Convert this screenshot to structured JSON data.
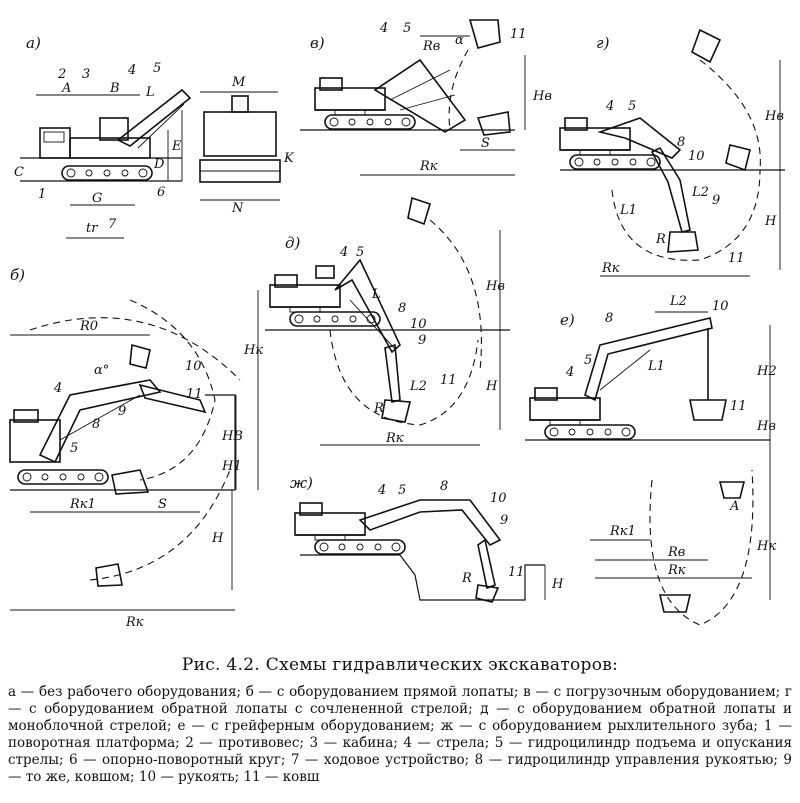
{
  "figure": {
    "caption": "Рис. 4.2. Схемы гидравлических экскаваторов:",
    "legend": "а — без рабочего оборудования; б — с оборудованием прямой лопаты; в — с погрузочным оборудованием; г — с оборудованием обратной лопаты с сочлененной стрелой; д — с оборудованием обратной лопаты и моноблочной стрелой; е — с грейферным оборудованием; ж — с оборудованием рыхлительного зуба; 1 — поворотная платформа; 2 — противовес; 3 — кабина; 4 — стрела; 5 — гидроцилиндр подъема и опускания стрелы; 6 — опорно-поворотный круг; 7 — ходовое устройство; 8 — гидроцилиндр управления рукоятью; 9 — то же, ковшом; 10 — рукоять; 11 — ковш"
  },
  "panels": {
    "a": {
      "letter": "а)",
      "labels": [
        "2",
        "3",
        "4",
        "5",
        "A",
        "B",
        "L",
        "C",
        "D",
        "E",
        "1",
        "G",
        "7",
        "6",
        "tr",
        "M",
        "K",
        "N"
      ]
    },
    "b": {
      "letter": "б)",
      "labels": [
        "R0",
        "α°",
        "Hк",
        "4",
        "10",
        "11",
        "8",
        "9",
        "5",
        "Rк1",
        "S",
        "HB",
        "H1",
        "H",
        "Rк"
      ]
    },
    "v": {
      "letter": "в)",
      "labels": [
        "4",
        "5",
        "Rв",
        "α",
        "11",
        "Hв",
        "S",
        "Rк"
      ]
    },
    "g": {
      "letter": "г)",
      "labels": [
        "4",
        "5",
        "8",
        "10",
        "L1",
        "L2",
        "9",
        "R",
        "11",
        "Rк",
        "Hв",
        "H"
      ]
    },
    "d": {
      "letter": "д)",
      "labels": [
        "4",
        "5",
        "L",
        "8",
        "10",
        "9",
        "L2",
        "R",
        "11",
        "Rк",
        "Hв",
        "H"
      ]
    },
    "e": {
      "letter": "е)",
      "labels": [
        "8",
        "L2",
        "10",
        "5",
        "4",
        "L1",
        "11",
        "H2",
        "Hв",
        "A",
        "Rк1",
        "Rв",
        "Rк",
        "Hк"
      ]
    },
    "zh": {
      "letter": "ж)",
      "labels": [
        "4",
        "5",
        "8",
        "10",
        "9",
        "R",
        "11",
        "H"
      ]
    }
  }
}
